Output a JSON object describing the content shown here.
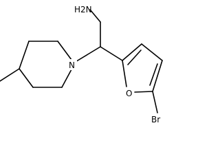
{
  "structure": {
    "labels": {
      "amine": "H2N",
      "piperidine_n": "N",
      "furan_o": "O",
      "bromine": "Br"
    }
  }
}
